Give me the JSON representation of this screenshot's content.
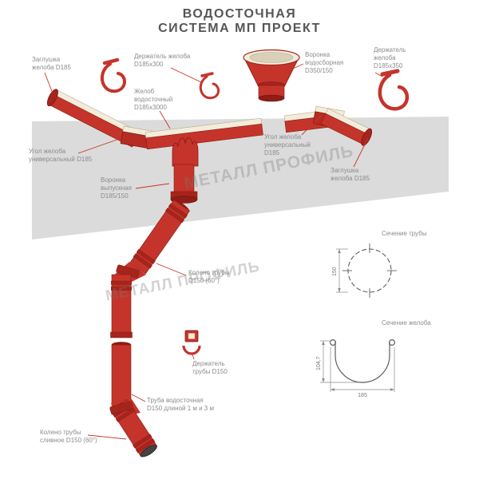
{
  "title": "ВОДОСТОЧНАЯ\nСИСТЕМА МП ПРОЕКТ",
  "watermark": {
    "text": "МЕТАЛЛ ПРОФИЛЬ"
  },
  "labels": {
    "end_cap_left": "Заглушка\nжелоба D185",
    "gutter_holder_left": "Держатель желоба\nD185х300",
    "collector_funnel": "Воронка\nводосборная\nD350/150",
    "gutter_holder_right": "Держатель\nжелоба\nD185х350",
    "gutter": "Желоб\nводосточный\nD185х3000",
    "gutter_corner_left": "Угол желоба\nуниверсальный D185",
    "gutter_corner_right": "Угол желоба\nуниверсальный\nD185",
    "end_cap_right": "Заглушка\nжелоба D185",
    "outlet_funnel": "Воронка\nвыпускная\nD185/150",
    "pipe_elbow": "Колено трубы\nD150 (60°)",
    "pipe_holder": "Держатель\nтрубы D150",
    "downpipe": "Труба водосточная\nD150 длиной 1 м и 3 м",
    "drain_elbow": "Колено трубы\nсливное D150 (60°)"
  },
  "sections": {
    "pipe": {
      "title": "Сечение трубы",
      "diameter": "150"
    },
    "gutter": {
      "title": "Сечение желоба",
      "height": "104,7",
      "width": "185"
    }
  },
  "colors": {
    "red": "#c5342b",
    "red_dark": "#871911",
    "red_mid": "#a5251c",
    "cream": "#f2ecdb",
    "plane_gray": "#dbdbdb",
    "label_gray": "#8c8c8c"
  }
}
